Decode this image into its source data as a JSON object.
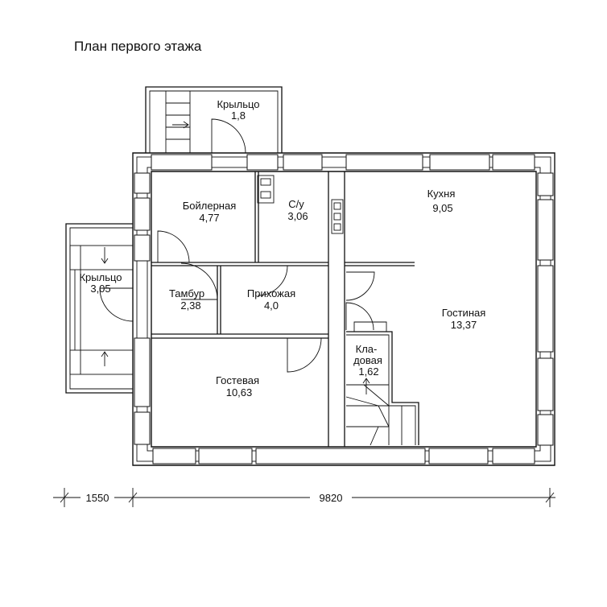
{
  "title": "План первого этажа",
  "rooms": {
    "porch_top": {
      "name": "Крыльцо",
      "area": "1,8"
    },
    "porch_left": {
      "name": "Крыльцо",
      "area": "3,05"
    },
    "boiler": {
      "name": "Бойлерная",
      "area": "4,77"
    },
    "wc": {
      "name": "С/у",
      "area": "3,06"
    },
    "kitchen": {
      "name": "Кухня",
      "area": "9,05"
    },
    "living": {
      "name": "Гостиная",
      "area": "13,37"
    },
    "vestibule": {
      "name": "Тамбур",
      "area": "2,38"
    },
    "hall": {
      "name": "Прихожая",
      "area": "4,0"
    },
    "pantry": {
      "name_line1": "Кла-",
      "name_line2": "довая",
      "area": "1,62"
    },
    "guest": {
      "name": "Гостевая",
      "area": "10,63"
    }
  },
  "dimensions": {
    "left": "1550",
    "main": "9820"
  }
}
